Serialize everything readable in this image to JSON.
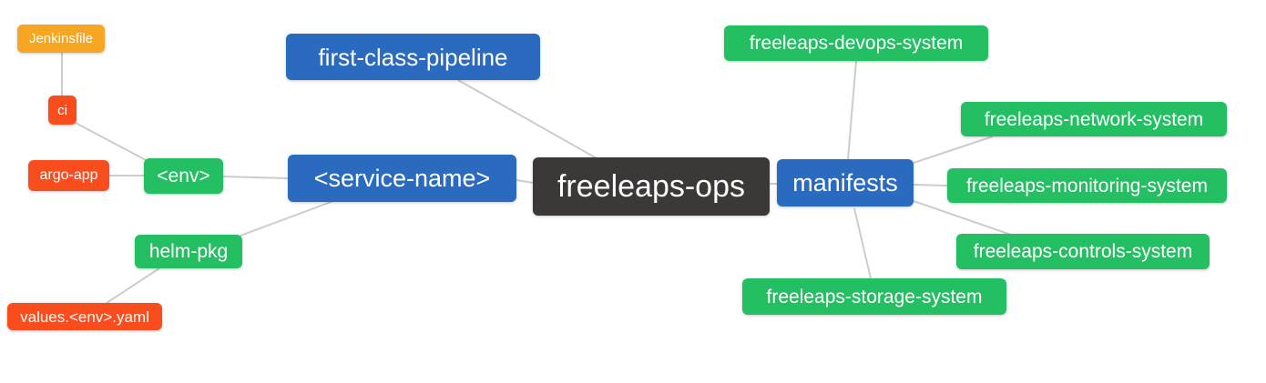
{
  "diagram": {
    "title": "freeleaps-ops repository mind map",
    "colors": {
      "bg": "#ffffff",
      "edge": "#cccccc",
      "text": "#ffffff",
      "blue": "#2a6bbf",
      "green": "#23bf62",
      "red": "#fa4d1e",
      "amber": "#f7a623",
      "dark": "#3b3838"
    },
    "nodes": [
      {
        "id": "jenkinsfile",
        "label": "Jenkinsfile",
        "color": "amber"
      },
      {
        "id": "ci",
        "label": "ci",
        "color": "red"
      },
      {
        "id": "argo-app",
        "label": "argo-app",
        "color": "red"
      },
      {
        "id": "env",
        "label": "<env>",
        "color": "green"
      },
      {
        "id": "service-name",
        "label": "<service-name>",
        "color": "blue"
      },
      {
        "id": "first-class-pipeline",
        "label": "first-class-pipeline",
        "color": "blue"
      },
      {
        "id": "freeleaps-ops",
        "label": "freeleaps-ops",
        "color": "dark"
      },
      {
        "id": "manifests",
        "label": "manifests",
        "color": "blue"
      },
      {
        "id": "freeleaps-devops-system",
        "label": "freeleaps-devops-system",
        "color": "green"
      },
      {
        "id": "freeleaps-network-system",
        "label": "freeleaps-network-system",
        "color": "green"
      },
      {
        "id": "freeleaps-monitoring-system",
        "label": "freeleaps-monitoring-system",
        "color": "green"
      },
      {
        "id": "freeleaps-controls-system",
        "label": "freeleaps-controls-system",
        "color": "green"
      },
      {
        "id": "freeleaps-storage-system",
        "label": "freeleaps-storage-system",
        "color": "green"
      },
      {
        "id": "helm-pkg",
        "label": "helm-pkg",
        "color": "green"
      },
      {
        "id": "values-env-yaml",
        "label": "values.<env>.yaml",
        "color": "red"
      }
    ],
    "edges": [
      {
        "from": "jenkinsfile",
        "to": "ci"
      },
      {
        "from": "ci",
        "to": "env"
      },
      {
        "from": "argo-app",
        "to": "env"
      },
      {
        "from": "env",
        "to": "service-name"
      },
      {
        "from": "values-env-yaml",
        "to": "helm-pkg"
      },
      {
        "from": "helm-pkg",
        "to": "service-name"
      },
      {
        "from": "service-name",
        "to": "freeleaps-ops"
      },
      {
        "from": "first-class-pipeline",
        "to": "freeleaps-ops"
      },
      {
        "from": "freeleaps-ops",
        "to": "manifests"
      },
      {
        "from": "manifests",
        "to": "freeleaps-devops-system"
      },
      {
        "from": "manifests",
        "to": "freeleaps-network-system"
      },
      {
        "from": "manifests",
        "to": "freeleaps-monitoring-system"
      },
      {
        "from": "manifests",
        "to": "freeleaps-controls-system"
      },
      {
        "from": "manifests",
        "to": "freeleaps-storage-system"
      }
    ]
  }
}
